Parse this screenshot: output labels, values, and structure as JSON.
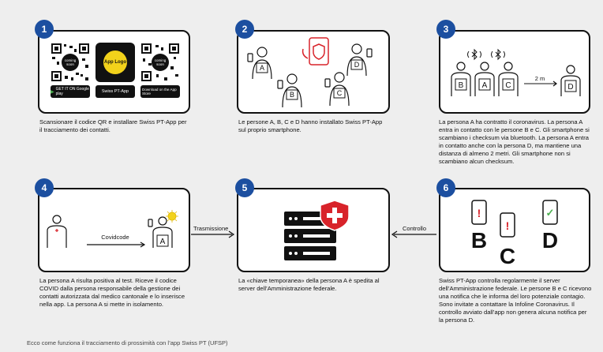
{
  "steps": [
    {
      "num": "1",
      "text": "Scansionare il codice QR e installare Swiss PT-App per il tracciamento dei contatti."
    },
    {
      "num": "2",
      "text": "Le persone A, B, C e D hanno installato Swiss PT-App sul proprio smartphone."
    },
    {
      "num": "3",
      "text": "La persona A ha contratto il coronavirus. La persona A entra in contatto con le persone B e C. Gli smartphone si scambiano i checksum via bluetooth. La persona A entra in contatto anche con la persona D, ma mantiene una distanza di almeno 2 metri. Gli smartphone non si scambiano alcun checksum."
    },
    {
      "num": "4",
      "text": "La persona A risulta positiva al test. Riceve il codice COVID dalla persona responsabile della gestione dei contatti autorizzata dal medico cantonale e lo inserisce nella app. La persona A si mette in isolamento."
    },
    {
      "num": "5",
      "text": "La «chiave temporanea» della persona A è spedita al server dell’Amministrazione federale."
    },
    {
      "num": "6",
      "text": "Swiss PT-App controlla regolarmente il server dell’Amministrazione federale. Le persone B e C ricevono una notifica che le informa del loro potenziale contagio. Sono invitate a contattare la Infoline Coronavirus. Il controllo avviato dall’app non genera alcuna notifica per la persona D."
    }
  ],
  "panel1": {
    "coming_soon_1": "coming soon",
    "app_logo": "App Logo",
    "coming_soon_2": "coming soon",
    "google_play": "GET IT ON Google play",
    "swiss_pt_app": "Swiss PT-App",
    "app_store": "Download on the App Store"
  },
  "panel2": {
    "persons": [
      "A",
      "B",
      "C",
      "D"
    ]
  },
  "panel3": {
    "persons": [
      "B",
      "A",
      "C",
      "D"
    ],
    "distance": "2 m"
  },
  "panel4": {
    "covidcode": "Covidcode",
    "person": "A"
  },
  "panel6": {
    "letters": [
      "B",
      "C",
      "D"
    ],
    "marks": [
      "!",
      "!",
      "✓"
    ]
  },
  "arrows": {
    "trasmissione": "Trasmissione",
    "controllo": "Controllo"
  },
  "caption": "Ecco come funziona il tracciamento di prossimità con l’app Swiss PT (UFSP)",
  "colors": {
    "accent_blue": "#1c4fa0",
    "alert_red": "#d8232a",
    "ok_green": "#4caf50"
  }
}
